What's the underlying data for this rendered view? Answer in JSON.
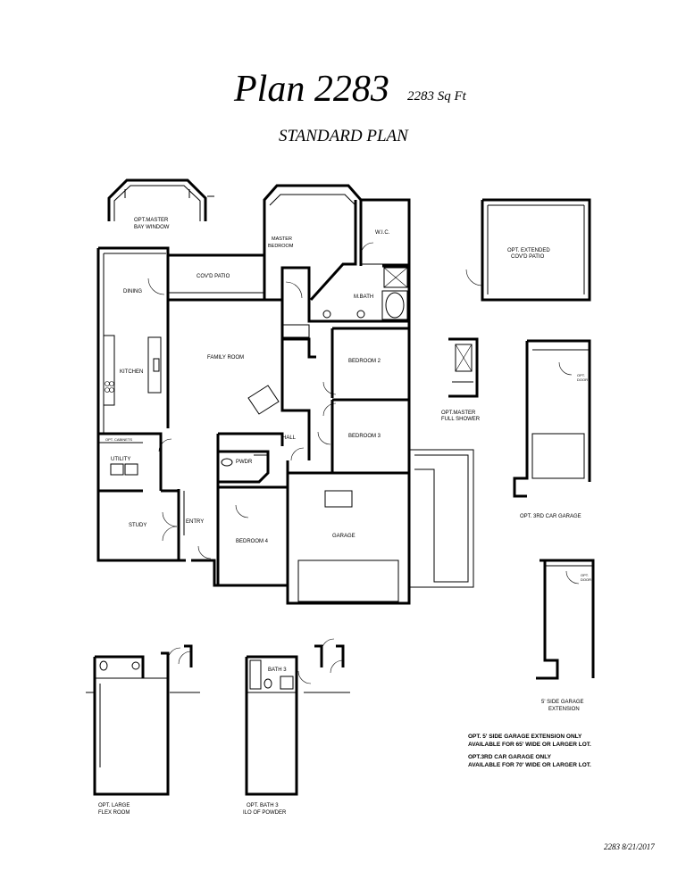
{
  "header": {
    "title": "Plan 2283",
    "sqft": "2283 Sq Ft",
    "subtitle": "STANDARD PLAN"
  },
  "rooms": {
    "master_bay_top": "OPT. MASTER BAY WINDOW",
    "master_bedroom_1": "MASTER",
    "master_bedroom_2": "BEDROOM",
    "wic": "W.I.C.",
    "covd_patio": "COV'D PATIO",
    "dining": "DINING",
    "kitchen": "KITCHEN",
    "family_room": "FAMILY ROOM",
    "mbath": "M.BATH",
    "bedroom2": "BEDROOM 2",
    "bedroom3": "BEDROOM 3",
    "hall": "HALL",
    "pwdr": "PWDR",
    "opt_cabinets": "OPT. CABINETS",
    "utility": "UTILITY",
    "study": "STUDY",
    "entry": "ENTRY",
    "bedroom4": "BEDROOM 4",
    "garage": "GARAGE"
  },
  "options": {
    "master_bay_1": "OPT.MASTER",
    "master_bay_2": "BAY WINDOW",
    "ext_patio_1": "OPT. EXTENDED",
    "ext_patio_2": "COV'D PATIO",
    "shower_1": "OPT.MASTER",
    "shower_2": "FULL SHOWER",
    "third_car": "OPT. 3RD CAR GARAGE",
    "side_ext_1": "5' SIDE GARAGE",
    "side_ext_2": "EXTENSION",
    "flex_1": "OPT. LARGE",
    "flex_2": "FLEX ROOM",
    "bath3_1": "OPT. BATH 3",
    "bath3_2": "ILO OF POWDER",
    "bath3_label": "BATH 3",
    "opt_door_1": "OPT.",
    "opt_door_2": "DOOR"
  },
  "notes": {
    "note1_line1": "OPT. 5' SIDE GARAGE EXTENSION ONLY",
    "note1_line2": "AVAILABLE FOR 65' WIDE OR LARGER LOT.",
    "note2_line1": "OPT.3RD CAR GARAGE ONLY",
    "note2_line2": "AVAILABLE FOR 70' WIDE OR LARGER LOT."
  },
  "footer": "2283  8/21/2017"
}
